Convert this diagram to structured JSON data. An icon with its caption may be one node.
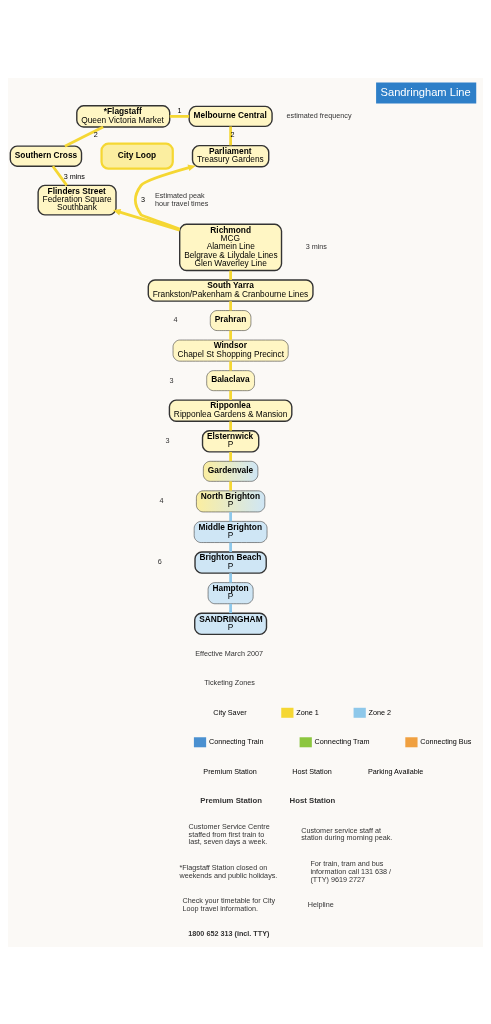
{
  "diagram": {
    "title": "Sandringham Line",
    "nodes": [
      {
        "text": [
          "City Loop"
        ]
      },
      {
        "text": [
          "*Flagstaff",
          "Queen Victoria Market"
        ]
      },
      {
        "text": [
          "Melbourne Central"
        ]
      },
      {
        "text": [
          "Parliament",
          "Treasury Gardens"
        ]
      },
      {
        "text": [
          "Flinders Street",
          "Federation Square",
          "Southbank"
        ]
      },
      {
        "text": [
          "Southern Cross"
        ]
      },
      {
        "text": [
          "Richmond",
          "MCG",
          "Alamein Line",
          "Belgrave & Lilydale Lines",
          "Glen Waverley Line"
        ]
      },
      {
        "text": [
          "South Yarra",
          "Frankston/Pakenham & Cranbourne Lines"
        ]
      },
      {
        "text": [
          "Prahran"
        ]
      },
      {
        "text": [
          "Windsor",
          "Chapel St Shopping Precinct"
        ]
      },
      {
        "text": [
          "Balaclava"
        ]
      },
      {
        "text": [
          "Ripponlea",
          "Ripponlea Gardens & Mansion"
        ]
      },
      {
        "text": [
          "Elsternwick",
          "P"
        ]
      },
      {
        "text": [
          "Gardenvale"
        ]
      },
      {
        "text": [
          "North Brighton",
          "P"
        ]
      },
      {
        "text": [
          "Middle Brighton",
          "P"
        ]
      },
      {
        "text": [
          "Brighton Beach",
          "P"
        ]
      },
      {
        "text": [
          "Hampton",
          "P"
        ]
      },
      {
        "text": [
          "SANDRINGHAM",
          "P"
        ]
      }
    ],
    "edges": [
      {
        "from": 5,
        "to": 1,
        "arrow": "none",
        "label": "2"
      },
      {
        "from": 1,
        "to": 2,
        "arrow": "none",
        "label": "1"
      },
      {
        "from": 2,
        "to": 3,
        "arrow": "none",
        "label": "2"
      },
      {
        "from": 4,
        "to": 5,
        "arrow": "none",
        "label": "3 mins"
      },
      {
        "from": 6,
        "to": 3,
        "arrow": "to",
        "label": "3"
      },
      {
        "from": 6,
        "to": 4,
        "arrow": "to"
      },
      {
        "from": 6,
        "to": 7,
        "arrow": "none"
      },
      {
        "from": 7,
        "to": 8,
        "arrow": "none"
      },
      {
        "from": 8,
        "to": 9,
        "arrow": "none"
      },
      {
        "from": 9,
        "to": 10,
        "arrow": "none"
      },
      {
        "from": 10,
        "to": 11,
        "arrow": "none"
      },
      {
        "from": 11,
        "to": 12,
        "arrow": "none"
      },
      {
        "from": 12,
        "to": 13,
        "arrow": "none"
      },
      {
        "from": 13,
        "to": 14,
        "arrow": "none"
      },
      {
        "from": 14,
        "to": 15,
        "arrow": "none",
        "color": "#8ec8ea"
      },
      {
        "from": 15,
        "to": 16,
        "arrow": "none",
        "color": "#8ec8ea"
      },
      {
        "from": 16,
        "to": 17,
        "arrow": "none",
        "color": "#8ec8ea"
      },
      {
        "from": 17,
        "to": 18,
        "arrow": "none",
        "color": "#8ec8ea"
      }
    ],
    "labels": [
      "estimated frequency",
      "Estimated peak hour travel times",
      "3 mins",
      "4",
      "3",
      "3",
      "4",
      "6",
      "Effective March 2007",
      "Ticketing Zones",
      "Premium Station",
      "Customer Service Centre staffed from first train to last, seven days a week.",
      "Host Station",
      "Customer service staff at station during morning peak.",
      "*Flagstaff Station closed on weekends and public holidays.",
      "Check your timetable for City Loop travel information.",
      "For train, tram and bus information call 131 638 / (TTY) 9619 2727",
      "Helpline",
      "1800 652 313 (incl. TTY)"
    ],
    "legend": [
      {
        "text": "City Saver"
      },
      {
        "text": "Zone 1",
        "color": "#f5d733"
      },
      {
        "text": "Zone 2",
        "color": "#8ec8ea"
      },
      {
        "text": "Connecting Train",
        "color": "#4a90d0"
      },
      {
        "text": "Connecting Tram",
        "color": "#8cc63f"
      },
      {
        "text": "Connecting Bus",
        "color": "#f0a040"
      },
      {
        "text": "Premium Station"
      },
      {
        "text": "Host Station"
      },
      {
        "text": "Parking Available"
      }
    ]
  }
}
